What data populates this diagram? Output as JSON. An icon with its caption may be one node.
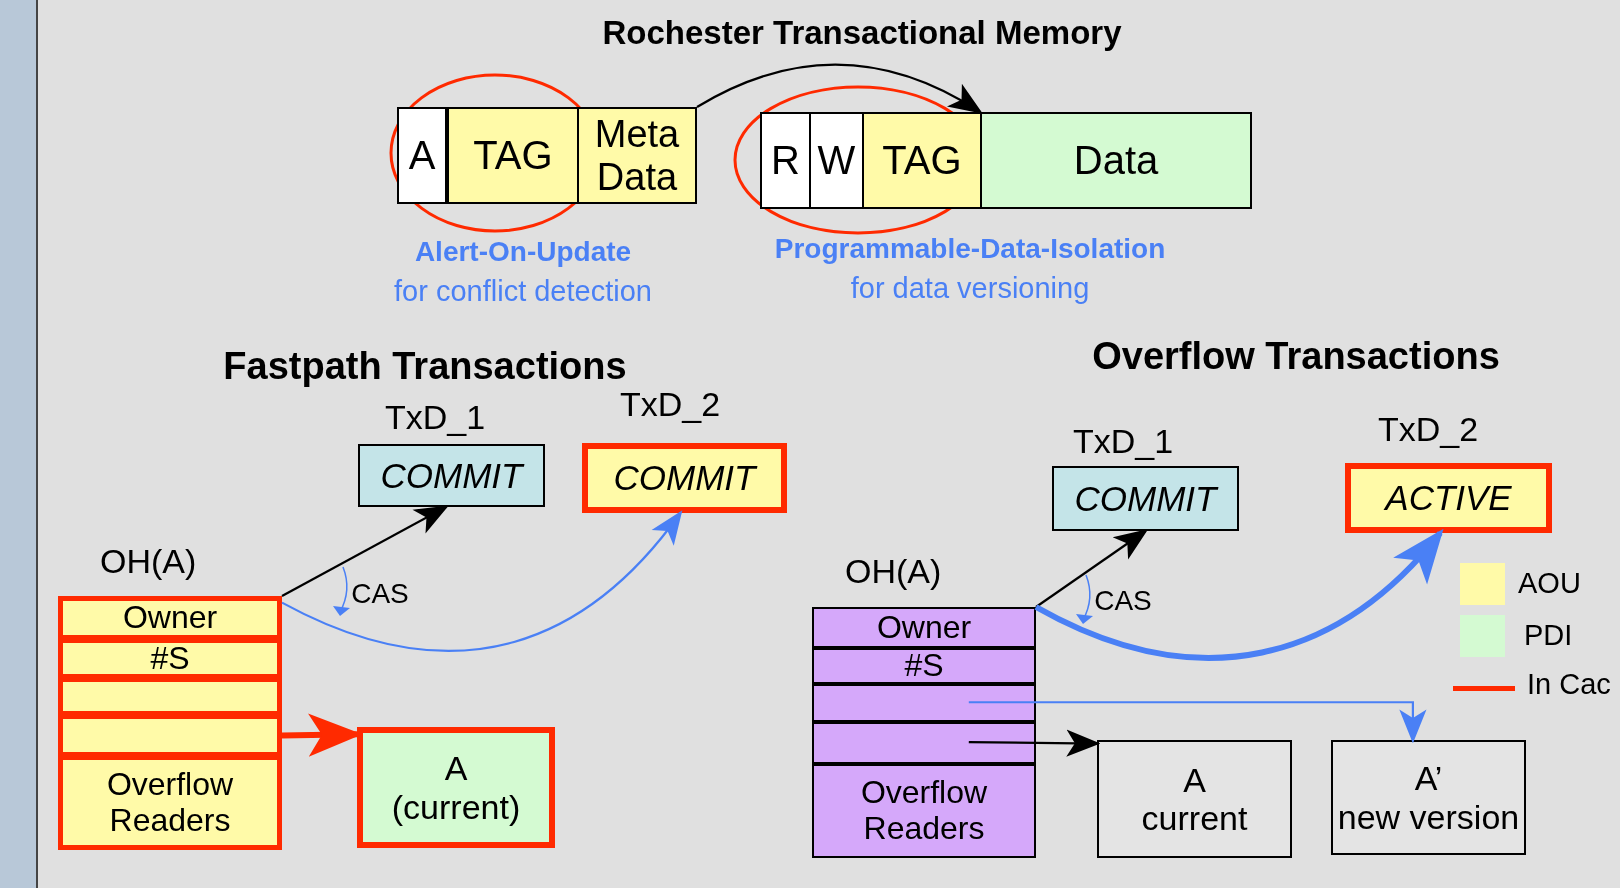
{
  "diagram": {
    "title": "Rochester Transactional Memory",
    "nodes": [
      {
        "text": [
          "A"
        ]
      },
      {
        "text": [
          "TAG"
        ]
      },
      {
        "text": [
          "Meta Data"
        ]
      },
      {
        "text": [
          "R"
        ]
      },
      {
        "text": [
          "W"
        ]
      },
      {
        "text": [
          "TAG"
        ]
      },
      {
        "text": [
          "Data"
        ]
      },
      {
        "text": [
          "COMMIT"
        ],
        "beside": [
          "TxD_1"
        ]
      },
      {
        "text": [
          "COMMIT"
        ],
        "beside": [
          "TxD_2"
        ]
      },
      {
        "text": [],
        "shape": "box",
        "beside": [
          "OH(A)"
        ]
      },
      {
        "text": [
          "Owner"
        ],
        "in": 9
      },
      {
        "text": [
          "#S"
        ],
        "in": 9
      },
      {
        "text": [],
        "shape": "box",
        "in": 9
      },
      {
        "text": [],
        "shape": "box",
        "in": 9
      },
      {
        "text": [
          "Overflow Readers"
        ],
        "in": 9
      },
      {
        "text": [
          "A",
          "(current)"
        ]
      },
      {
        "text": [
          "COMMIT"
        ],
        "beside": [
          "TxD_1"
        ]
      },
      {
        "text": [
          "ACTIVE"
        ],
        "beside": [
          "TxD_2"
        ]
      },
      {
        "text": [],
        "shape": "box",
        "beside": [
          "OH(A)"
        ]
      },
      {
        "text": [
          "Owner"
        ],
        "in": 18
      },
      {
        "text": [
          "#S"
        ],
        "in": 18
      },
      {
        "text": [],
        "shape": "box",
        "in": 18
      },
      {
        "text": [],
        "shape": "box",
        "in": 18
      },
      {
        "text": [
          "Overflow Readers"
        ],
        "in": 18
      },
      {
        "text": [
          "A",
          "current"
        ]
      },
      {
        "text": [
          "A’",
          "new version"
        ]
      },
      {
        "text": [],
        "shape": "bar"
      }
    ],
    "edges": [
      {
        "from": 2,
        "to": 6,
        "arrow": "to"
      },
      {
        "from": 10,
        "to": 7,
        "arrow": "to"
      },
      {
        "from": 10,
        "to": 8,
        "arrow": "to",
        "color": "#4a80f5"
      },
      {
        "from": 13,
        "to": 15,
        "arrow": "to",
        "style": "thick",
        "color": "#ff2a00"
      },
      {
        "from": 19,
        "to": 16,
        "arrow": "to"
      },
      {
        "from": 19,
        "to": 17,
        "arrow": "to",
        "style": "thick",
        "color": "#4a80f5"
      },
      {
        "from": 21,
        "to": 25,
        "arrow": "to",
        "color": "#4a80f5"
      },
      {
        "from": 22,
        "to": 24,
        "arrow": "to"
      }
    ],
    "labels": [
      "Alert-On-Update",
      "for conflict detection",
      "Programmable-Data-Isolation",
      "for data versioning",
      "Fastpath Transactions",
      "Overflow Transactions",
      "CAS",
      "CAS"
    ],
    "legend": [
      {
        "text": "AOU",
        "color": "#fffaa8"
      },
      {
        "text": "PDI",
        "color": "#d4fad2"
      },
      {
        "text": "In Cac"
      }
    ]
  }
}
